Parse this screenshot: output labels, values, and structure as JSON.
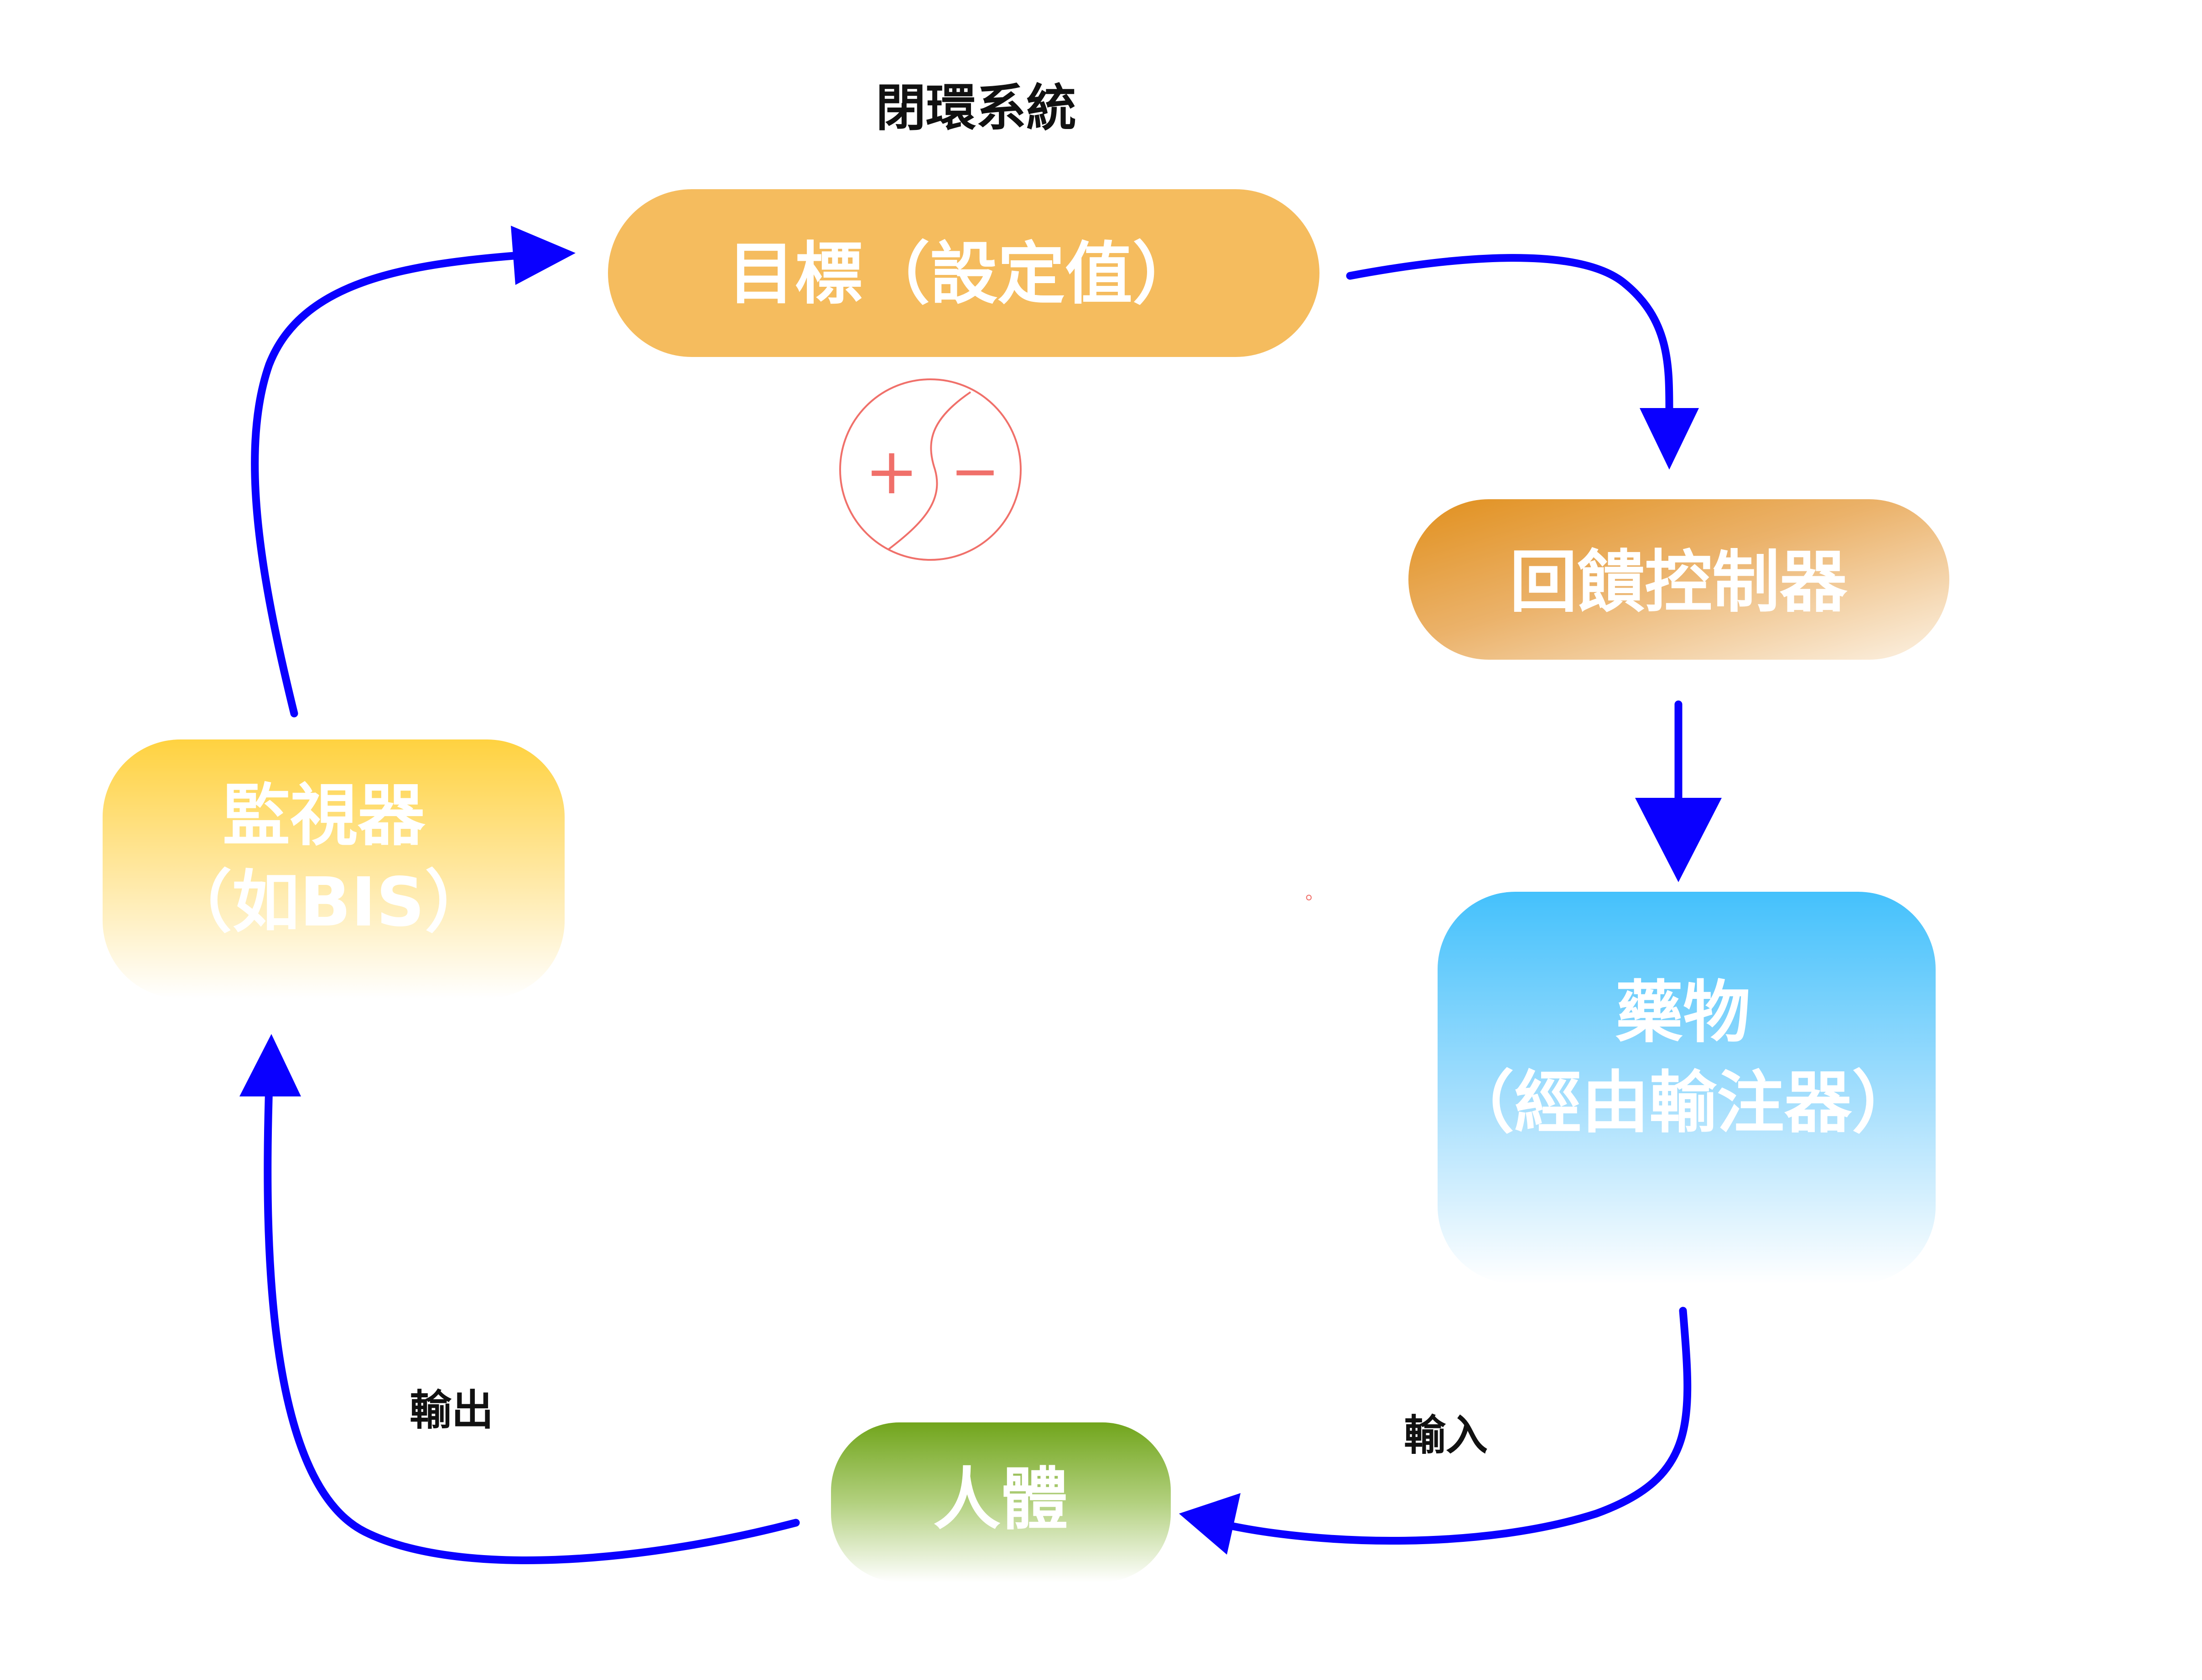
{
  "title": "閉環系統",
  "nodes": {
    "target": {
      "label": "目標（設定值）",
      "color": "#F5BC5E"
    },
    "controller": {
      "label": "回饋控制器",
      "color_top": "#E1901E",
      "color_bottom": "#FCF2E4"
    },
    "drug": {
      "line1": "藥物",
      "line2": "（經由輸注器）",
      "color_top": "#44C1FC",
      "color_bottom": "#FFFFFF"
    },
    "body": {
      "label": "人體",
      "color_top": "#71A51C",
      "color_bottom": "#FFFFFF"
    },
    "monitor": {
      "line1": "監視器",
      "line2": "（如BIS）",
      "color_top": "#FFD240",
      "color_bottom": "#FFFFFF"
    }
  },
  "edge_labels": {
    "input": "輸入",
    "output": "輸出"
  },
  "symbol": {
    "plus": "+",
    "minus": "−",
    "color": "#F0706A"
  },
  "stray_mark": "。",
  "arrow_color": "#0A00FF"
}
